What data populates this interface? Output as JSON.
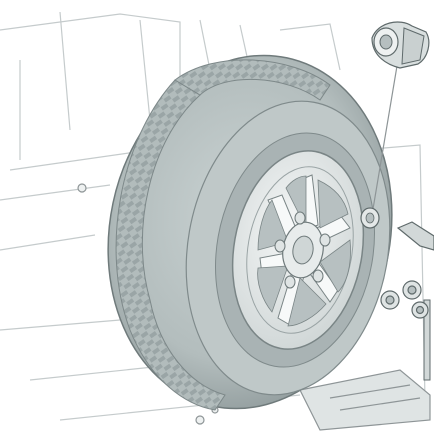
{
  "illustration": {
    "subject": "spare-wheel-mounted-on-rear-door",
    "colors": {
      "line": "#8e9597",
      "tyre": "#b9c3c3",
      "tyre_dark": "#909b9c",
      "tread": "#a3aeae",
      "rim": "#e6eaea",
      "rim_shadow": "#c8cfcf",
      "background": "#ffffff"
    },
    "parts": [
      "tyre",
      "alloy-rim",
      "wheel-nut",
      "nut-detail-inset",
      "wheel-brace",
      "removed-nuts"
    ]
  }
}
